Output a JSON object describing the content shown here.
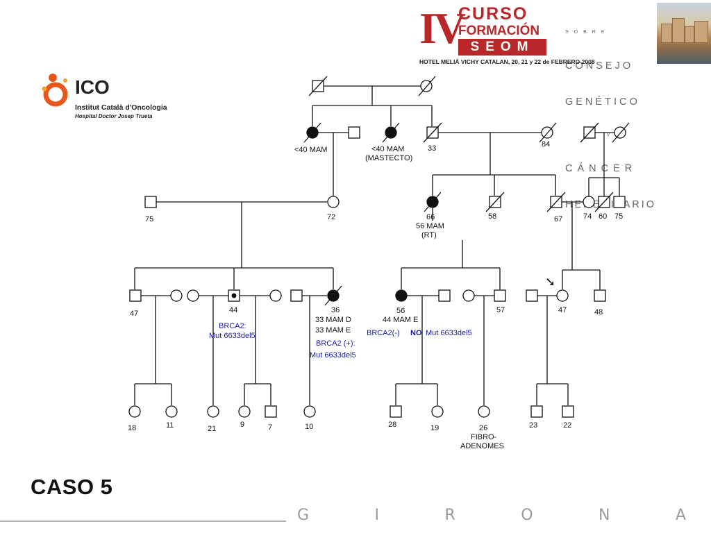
{
  "header": {
    "numeral": "IV",
    "curso": "CURSO",
    "formacion": "FORMACIÓN",
    "seom": "SEOM",
    "consejo_lines": [
      "SOBRE",
      "CONSEJO",
      "GENÉTICO",
      "Y",
      "CÁNCER",
      "HEREDITARIO"
    ],
    "venue_date": "HOTEL MELIÁ VICHY CATALAN, 20, 21 y 22 de FEBRERO 2008"
  },
  "logo": {
    "name": "ICO",
    "subtitle": "Institut Català d'Oncologia",
    "hospital": "Hospital Doctor Josep Trueta"
  },
  "pedigree": {
    "gen1": {
      "labels": {
        "mam40_a": "<40 MAM",
        "mam40_b": "<40 MAM",
        "mastecto": "(MASTECTO)",
        "age33": "33",
        "age84": "84"
      }
    },
    "gen2": {
      "labels": {
        "age75": "75",
        "age72": "72",
        "age66": "66",
        "mam56": "56 MAM",
        "rt": "(RT)",
        "age58": "58",
        "age67": "67",
        "age74": "74",
        "age60": "60",
        "age75b": "75"
      }
    },
    "gen3": {
      "labels": {
        "age47": "47",
        "age44": "44",
        "brca2_a": "BRCA2:",
        "mut_a": "Mut 6633del5",
        "age36": "36",
        "mam33d": "33 MAM D",
        "mam33e": "33 MAM E",
        "brca2_pos": "BRCA2 (+):",
        "mut_b": "Mut 6633del5",
        "age56": "56",
        "mam44e": "44 MAM E",
        "brca2_neg": "BRCA2(-)",
        "no": "NO",
        "mut_c": "Mut 6633del5",
        "age57": "57",
        "age47b": "47",
        "age48": "48",
        "proband_arrow": "➘"
      }
    },
    "gen4": {
      "labels": {
        "age18": "18",
        "age11": "11",
        "age21": "21",
        "age9": "9",
        "age7": "7",
        "age10": "10",
        "age28": "28",
        "age19": "19",
        "age26": "26",
        "fibro": "FIBRO-",
        "adenomes": "ADENOMES",
        "age23": "23",
        "age22": "22"
      }
    }
  },
  "footer": {
    "case_title": "CASO 5",
    "city_letters": [
      "G",
      "I",
      "R",
      "O",
      "N",
      "A"
    ]
  },
  "colors": {
    "brand_red": "#b8282a",
    "ico_orange": "#e8561c",
    "mutation_blue": "#1a1aa8",
    "footer_gray": "#9a9a9a"
  }
}
